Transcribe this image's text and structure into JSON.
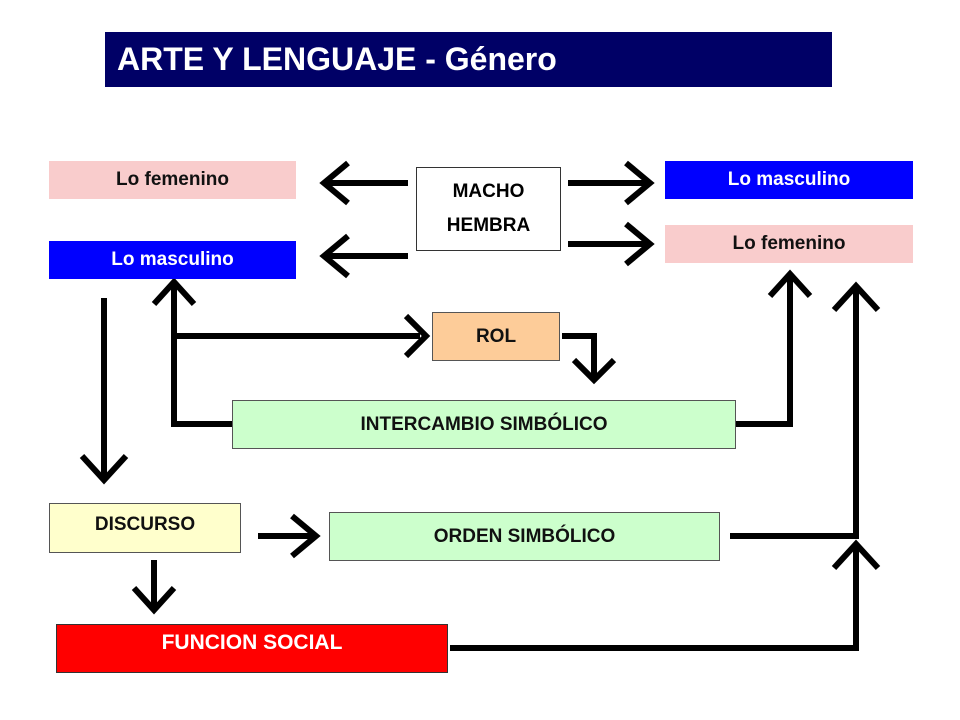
{
  "title": "ARTE Y LENGUAJE - Género",
  "left": {
    "femenino": "Lo femenino",
    "masculino": "Lo masculino"
  },
  "center": {
    "macho": "MACHO",
    "hembra": "HEMBRA"
  },
  "right": {
    "masculino": "Lo masculino",
    "femenino": "Lo femenino"
  },
  "rol": "ROL",
  "intercambio": "INTERCAMBIO SIMBÓLICO",
  "discurso": "DISCURSO",
  "orden": "ORDEN SIMBÓLICO",
  "funcion": "FUNCION SOCIAL",
  "colors": {
    "title_bg": "#000066",
    "femenino_bg": "#f9cccc",
    "masculino_bg": "#0000ff",
    "green_bg": "#ccffcc",
    "rol_bg": "#fdcc99",
    "discurso_bg": "#ffffcc",
    "funcion_bg": "#ff0000"
  }
}
